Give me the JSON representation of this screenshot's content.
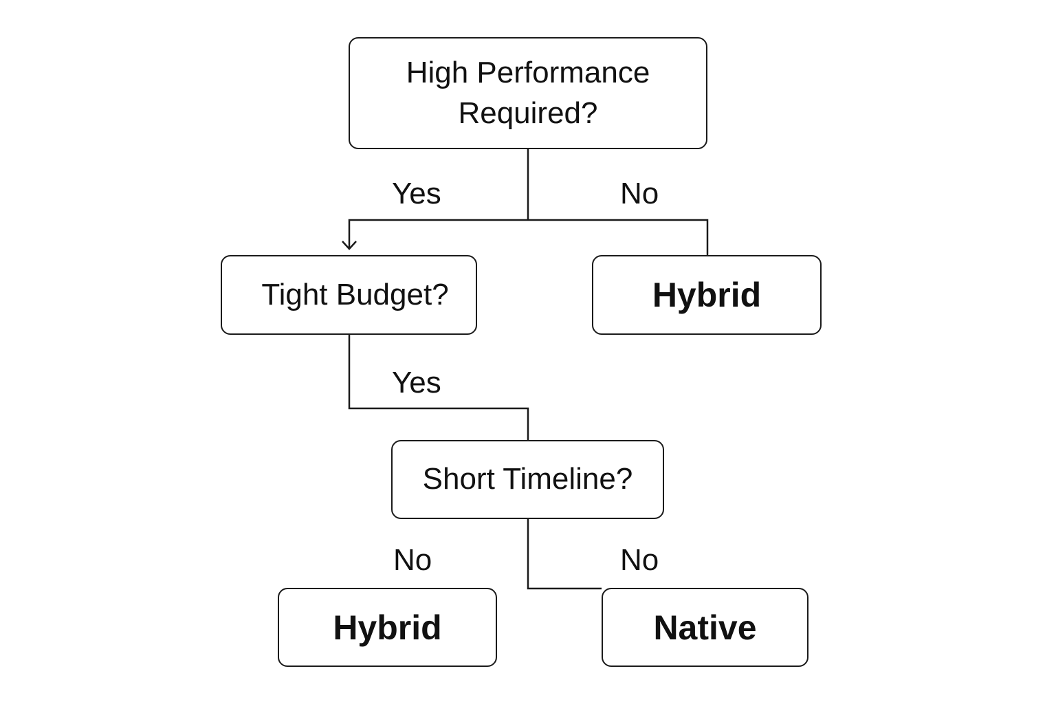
{
  "nodes": {
    "high_performance": "High Performance\nRequired?",
    "tight_budget": "Tight Budget?",
    "hybrid_top": "Hybrid",
    "short_timeline": "Short Timeline?",
    "hybrid_bottom": "Hybrid",
    "native": "Native"
  },
  "edge_labels": {
    "performance_yes": "Yes",
    "performance_no": "No",
    "budget_yes": "Yes",
    "timeline_no_left": "No",
    "timeline_no_right": "No"
  },
  "colors": {
    "line": "#1a1a1a",
    "background": "#ffffff"
  }
}
